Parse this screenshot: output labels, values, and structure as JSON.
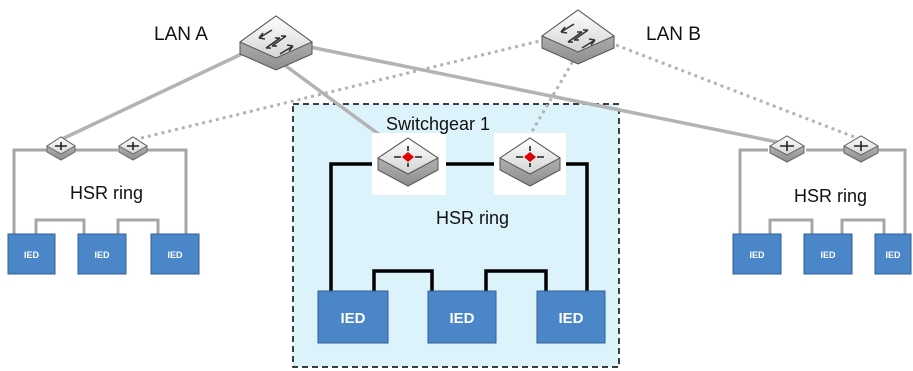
{
  "labels": {
    "lan_a": "LAN A",
    "lan_b": "LAN B",
    "switchgear": "Switchgear 1",
    "ring_left": "HSR ring",
    "ring_center": "HSR ring",
    "ring_right": "HSR ring"
  },
  "ied_label": "IED",
  "left_ring": {
    "ieds": [
      "IED",
      "IED",
      "IED"
    ]
  },
  "center_ring": {
    "ieds": [
      "IED",
      "IED",
      "IED"
    ]
  },
  "right_ring": {
    "ieds": [
      "IED",
      "IED",
      "IED"
    ]
  },
  "colors": {
    "ied_fill": "#4a86c8",
    "ied_border": "#2f5f97",
    "switchgear_fill": "#ddf3fb",
    "lan_a_link": "#b3b3b3",
    "lan_b_link": "#b3b3b3",
    "ring_line_gray": "#a6a6a6",
    "ring_line_dark": "#000000",
    "switch_accent": "#e00000"
  },
  "icons": {
    "core_switch": "core-switch-icon",
    "ring_switch": "ring-switch-icon",
    "ied_device": "ied-device-icon"
  }
}
